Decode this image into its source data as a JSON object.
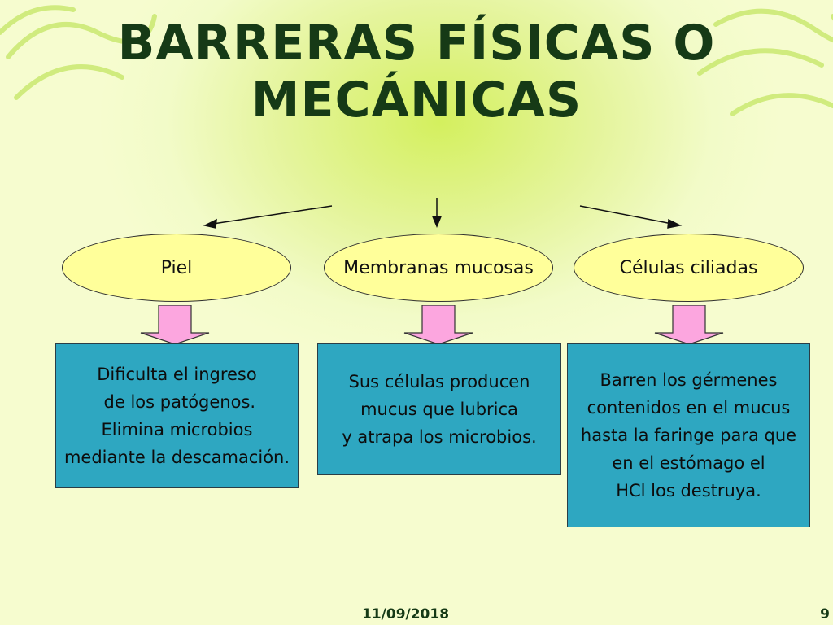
{
  "title": {
    "line1": "BARRERAS FÍSICAS O",
    "line2": "MECÁNICAS"
  },
  "categories": [
    {
      "label": "Piel",
      "description": "Dificulta el ingreso\n de los patógenos.\nElimina microbios\nmediante la descamación."
    },
    {
      "label": "Membranas mucosas",
      "description": "Sus células producen\nmucus que lubrica\ny atrapa los microbios."
    },
    {
      "label": "Células ciliadas",
      "description": "Barren los gérmenes\ncontenidos en el mucus\nhasta la faringe para que\nen el estómago el\nHCl los destruya."
    }
  ],
  "colors": {
    "ellipse_fill": "#ffff9a",
    "box_fill": "#2ea7c1",
    "arrow_fill": "#fca6df",
    "title_color": "#163a16"
  },
  "footer": {
    "date": "11/09/2018",
    "page": "9"
  }
}
